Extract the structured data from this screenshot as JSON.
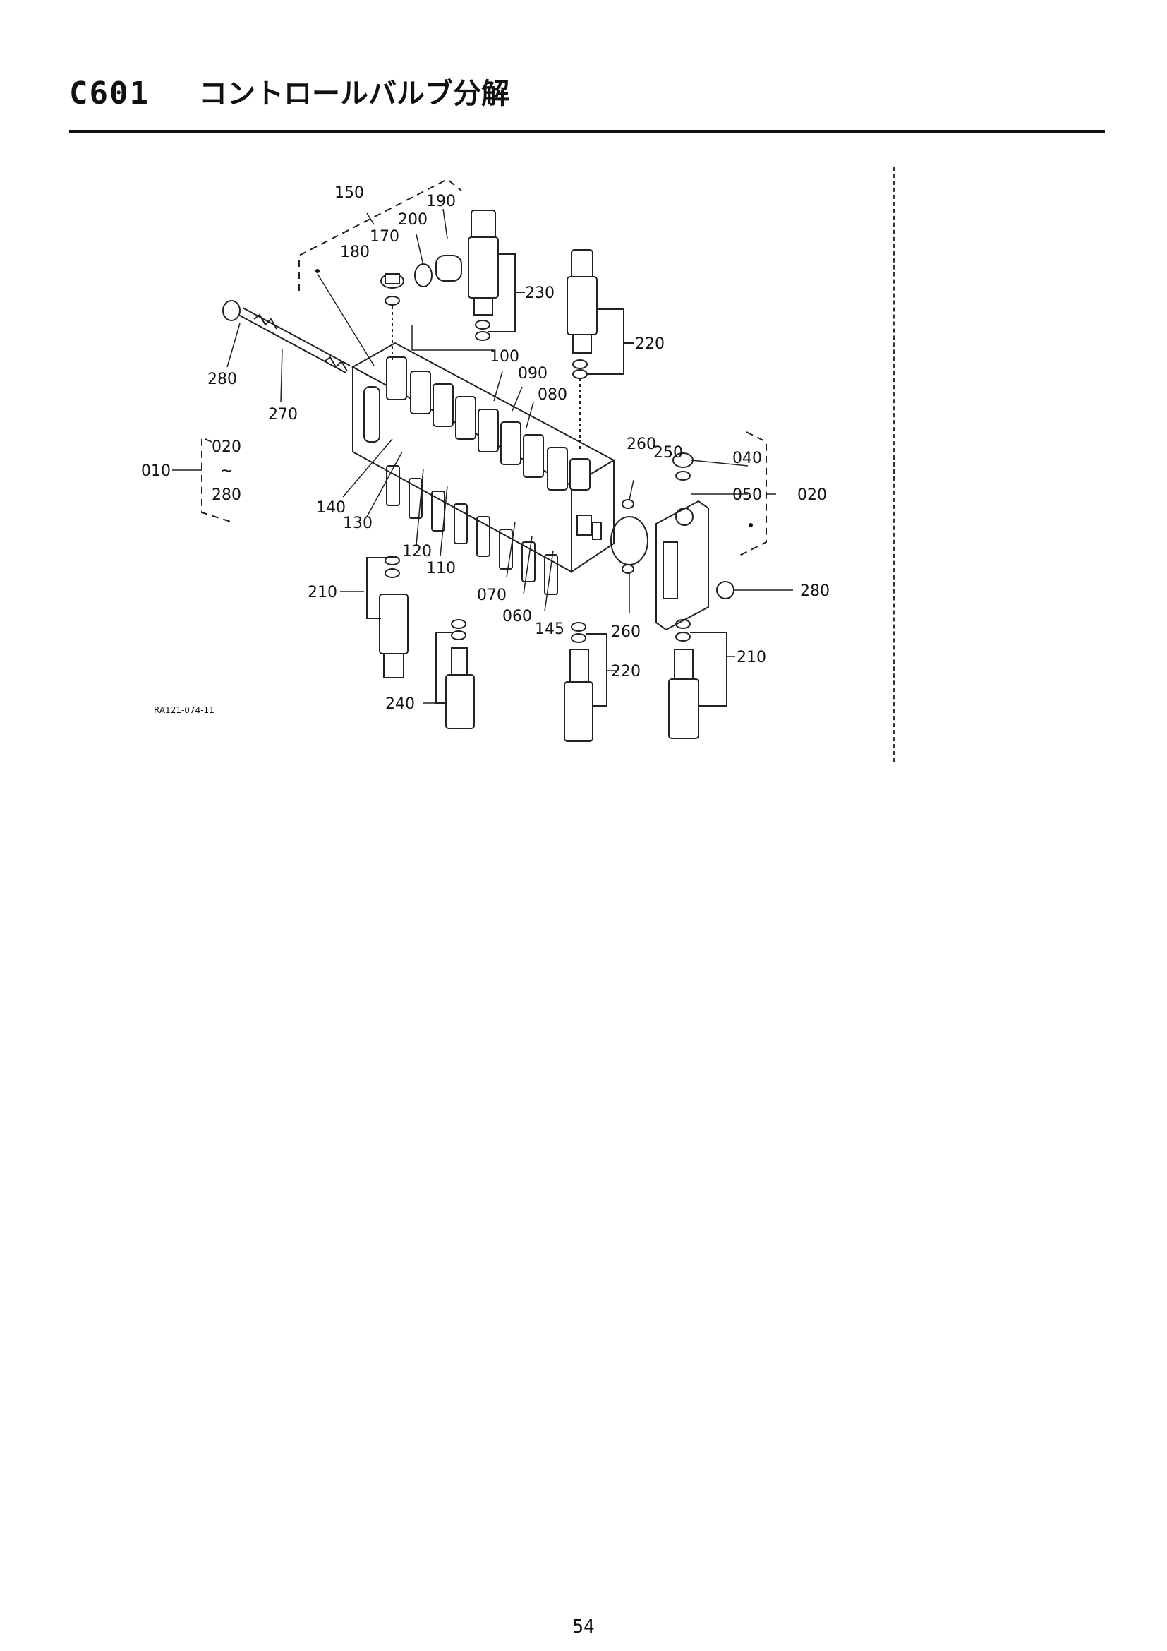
{
  "header": {
    "code": "C601",
    "title": "コントロールバルブ分解"
  },
  "figure_ref": "RA121-074-11",
  "page_number": "54",
  "callouts": {
    "c010": "010",
    "c020a": "020",
    "tilde": "~",
    "c280a": "280",
    "c280b": "280",
    "c270": "270",
    "c150": "150",
    "c190": "190",
    "c200": "200",
    "c170": "170",
    "c180": "180",
    "c230": "230",
    "c220a": "220",
    "c100": "100",
    "c090": "090",
    "c080": "080",
    "c260a": "260",
    "c250": "250",
    "c040": "040",
    "c050": "050",
    "c020b": "020",
    "c140": "140",
    "c130": "130",
    "c120": "120",
    "c110": "110",
    "c070": "070",
    "c060": "060",
    "c145": "145",
    "c260b": "260",
    "c280c": "280",
    "c210a": "210",
    "c240": "240",
    "c220b": "220",
    "c210b": "210"
  }
}
